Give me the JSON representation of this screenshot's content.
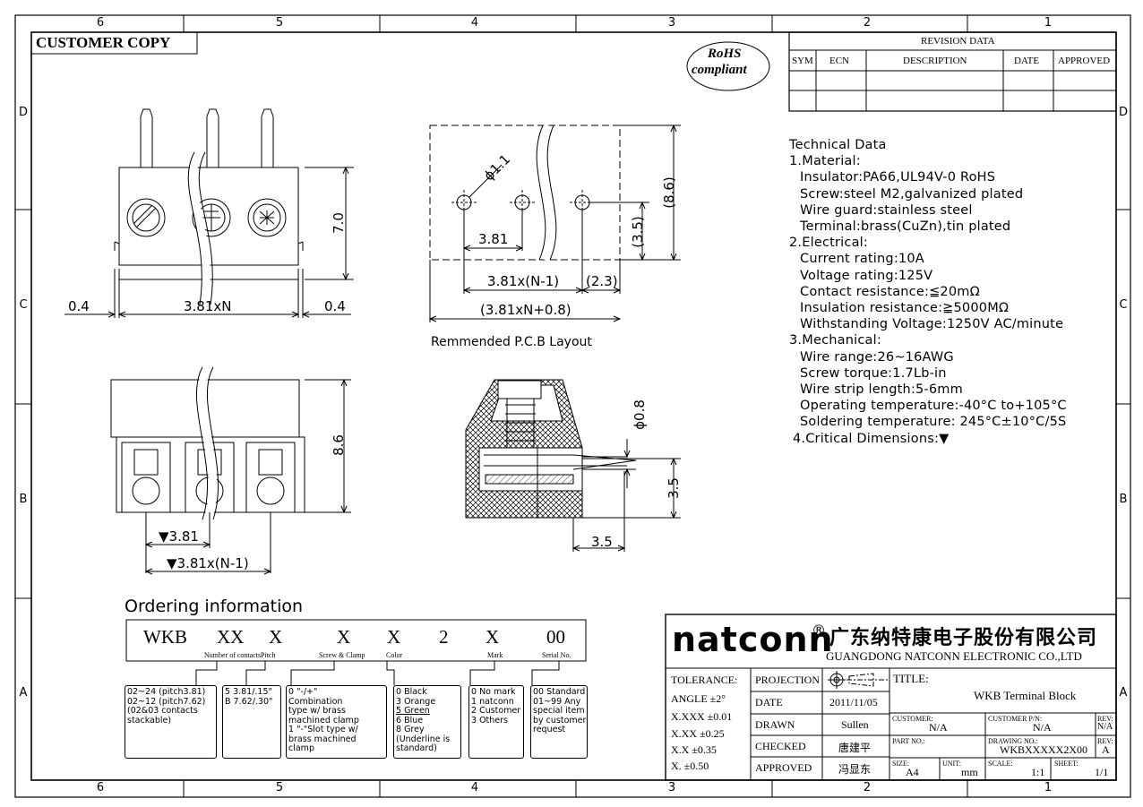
{
  "sheet": {
    "zones_top": [
      "6",
      "5",
      "4",
      "3",
      "2",
      "1"
    ],
    "zones_side": [
      "D",
      "C",
      "B",
      "A"
    ],
    "customer_copy": "CUSTOMER COPY",
    "rohs_line1": "RoHS",
    "rohs_line2": "compliant"
  },
  "revision": {
    "title": "REVISION DATA",
    "headers": [
      "SYM",
      "ECN",
      "DESCRIPTION",
      "DATE",
      "APPROVED"
    ]
  },
  "dims": {
    "pin_height": "7.0",
    "left_gap": "0.4",
    "width": "3.81xN",
    "right_gap": "0.4",
    "pcb_hole": "ϕ1.1",
    "pcb_pitch": "3.81",
    "pcb_span": "3.81x(N-1)",
    "pcb_edge": "(2.3)",
    "pcb_total": "(3.81xN+0.8)",
    "pcb_hole_y": "(3.5)",
    "pcb_height": "(8.6)",
    "pcb_caption": "Remmended P.C.B Layout",
    "front_height": "8.6",
    "front_pitch": "▼3.81",
    "front_span": "▼3.81x(N-1)",
    "side_pin": "ϕ0.8",
    "side_height": "3.5",
    "side_depth": "3.5"
  },
  "technical": {
    "lines": [
      "Technical Data",
      "1.Material:",
      "Insulator:PA66,UL94V-0 RoHS",
      "Screw:steel M2,galvanized plated",
      "Wire guard:stainless steel",
      "Terminal:brass(CuZn),tin plated",
      "2.Electrical:",
      "Current rating:10A",
      "Voltage rating:125V",
      "Contact resistance:≦20mΩ",
      "Insulation resistance:≧5000MΩ",
      "Withstanding Voltage:1250V AC/minute",
      "3.Mechanical:",
      "Wire range:26~16AWG",
      "Screw torque:1.7Lb-in",
      "Wire strip length:5-6mm",
      "Operating temperature:-40°C to+105°C",
      "Soldering temperature: 245°C±10°C/5S",
      "4.Critical Dimensions:▼"
    ]
  },
  "ordering": {
    "title": "Ordering information",
    "code": [
      "WKB",
      "XX",
      "X",
      "X",
      "X",
      "2",
      "X",
      "00"
    ],
    "labels": [
      "Number of contacts",
      "Pitch",
      "Screw & Clamp",
      "Color",
      "Mark",
      "Serial No."
    ],
    "box1": [
      "02~24 (pitch3.81)",
      "02~12 (pitch7.62)",
      "(02&03 contacts",
      "stackable)"
    ],
    "box2": [
      "5 3.81/.15\"",
      "B 7.62/.30\""
    ],
    "box3": [
      "0 \"-/+\"",
      "Combination",
      "type w/ brass",
      "machined clamp",
      "1 \"-\"Slot type w/",
      "brass machined",
      "clamp"
    ],
    "box4": [
      "0 Black",
      "3 Orange",
      "5 Green",
      "6 Blue",
      "8 Grey",
      "(Underline is",
      "standard)"
    ],
    "box5": [
      "0 No mark",
      "1 natconn",
      "2 Customer",
      "3 Others"
    ],
    "box6": [
      "00 Standard",
      "01~99 Any",
      "special item",
      "by customer",
      "request"
    ]
  },
  "title_block": {
    "brand": "natconn",
    "brand_mark": "®",
    "company_cn": "广东纳特康电子股份有限公司",
    "company_en": "GUANGDONG NATCONN ELECTRONIC CO.,LTD",
    "tolerance": "TOLERANCE:",
    "angle": "ANGLE ±2°",
    "tol_xxx": "X.XXX  ±0.01",
    "tol_xx": "X.XX    ±0.25",
    "tol_x": "X.X       ±0.35",
    "tol_0": "X.         ±0.50",
    "projection": "PROJECTION",
    "date_label": "DATE",
    "date": "2011/11/05",
    "drawn_label": "DRAWN",
    "drawn": "Sullen",
    "checked_label": "CHECKED",
    "checked": "唐建平",
    "approved_label": "APPROVED",
    "approved": "冯显东",
    "title_label": "TITLE:",
    "title": "WKB  Terminal Block",
    "customer_label": "CUSTOMER:",
    "customer": "N/A",
    "customer_pn_label": "CUSTOMER P/N:",
    "customer_pn": "N/A",
    "rev_label": "REV:",
    "rev1": "N/A",
    "part_label": "PART NO.:",
    "drawing_label": "DRAWING NO.:",
    "drawing": "WKBXXXXX2X00",
    "rev2": "A",
    "size_label": "SIZE:",
    "size": "A4",
    "unit_label": "UNIT:",
    "unit": "mm",
    "scale_label": "SCALE:",
    "scale": "1:1",
    "sheet_label": "SHEET:",
    "sheet": "1/1"
  }
}
